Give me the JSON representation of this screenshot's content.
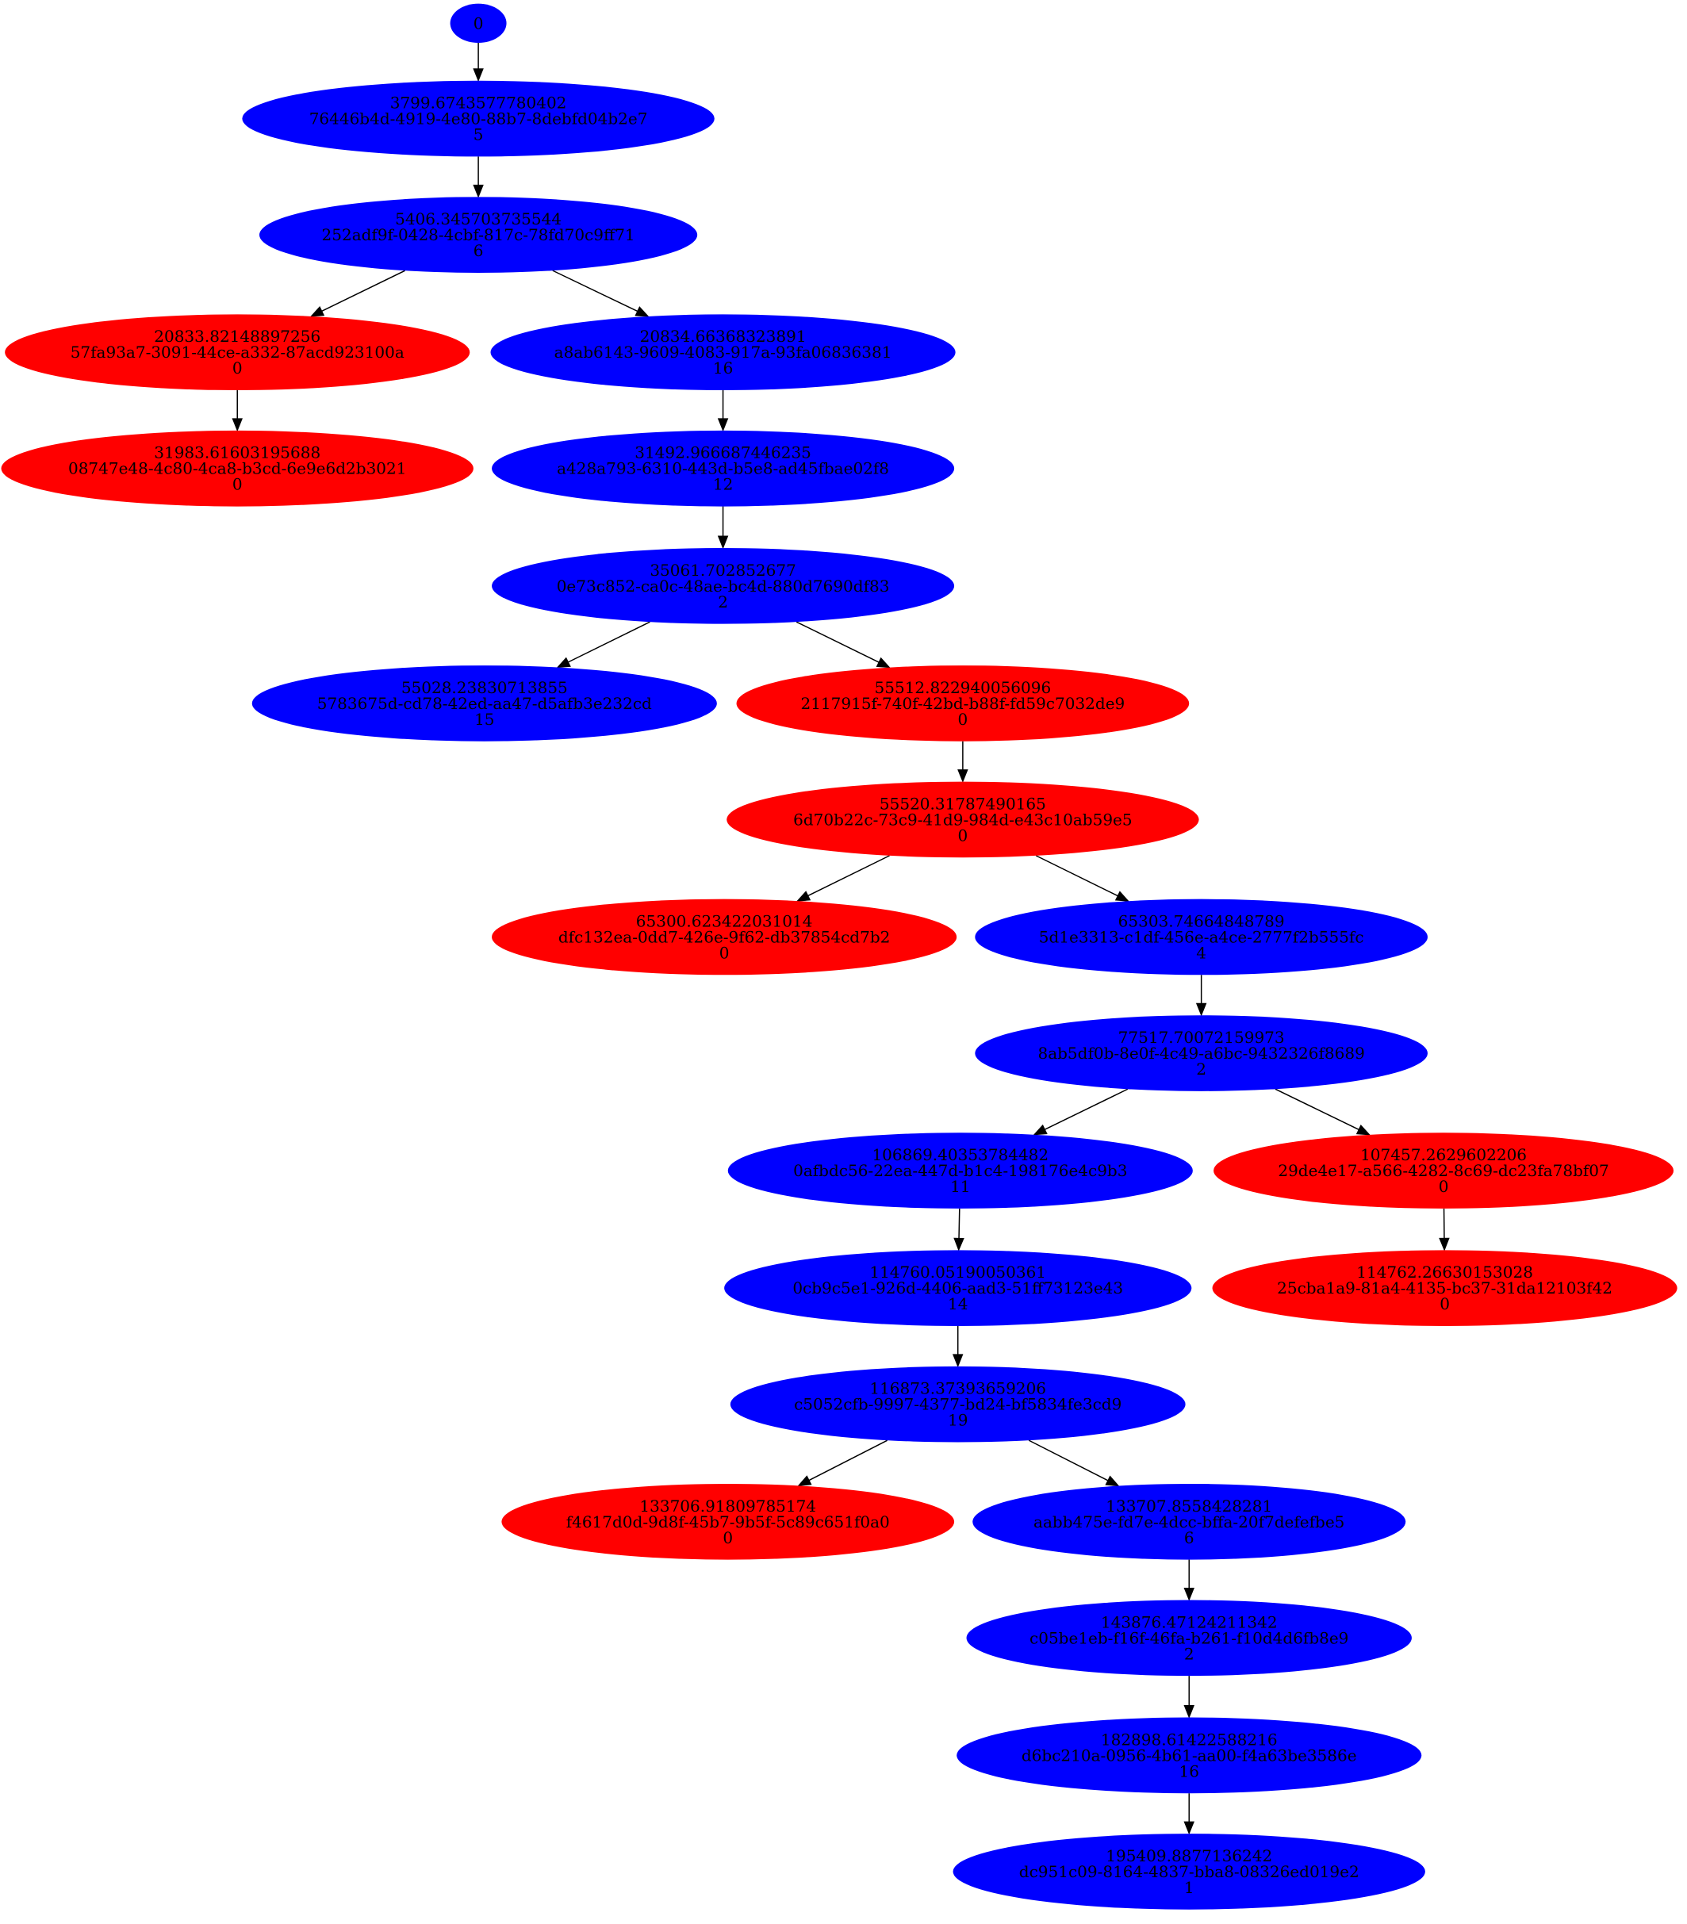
{
  "colors": {
    "blue": "#0000ff",
    "red": "#ff0000",
    "edge": "#000000",
    "text": "#000000"
  },
  "nodes": [
    {
      "id": "n0",
      "color": "blue",
      "lines": [
        "0"
      ]
    },
    {
      "id": "n1",
      "color": "blue",
      "lines": [
        "3799.6743577780402",
        "76446b4d-4919-4e80-88b7-8debfd04b2e7",
        "5"
      ]
    },
    {
      "id": "n2",
      "color": "blue",
      "lines": [
        "5406.345703735544",
        "252adf9f-0428-4cbf-817c-78fd70c9ff71",
        "6"
      ]
    },
    {
      "id": "n3",
      "color": "red",
      "lines": [
        "20833.82148897256",
        "57fa93a7-3091-44ce-a332-87acd923100a",
        "0"
      ]
    },
    {
      "id": "n4",
      "color": "blue",
      "lines": [
        "20834.66368323891",
        "a8ab6143-9609-4083-917a-93fa06836381",
        "16"
      ]
    },
    {
      "id": "n5",
      "color": "red",
      "lines": [
        "31983.61603195688",
        "08747e48-4c80-4ca8-b3cd-6e9e6d2b3021",
        "0"
      ]
    },
    {
      "id": "n6",
      "color": "blue",
      "lines": [
        "31492.966687446235",
        "a428a793-6310-443d-b5e8-ad45fbae02f8",
        "12"
      ]
    },
    {
      "id": "n7",
      "color": "blue",
      "lines": [
        "35061.702852677",
        "0e73c852-ca0c-48ae-bc4d-880d7690df83",
        "2"
      ]
    },
    {
      "id": "n8",
      "color": "blue",
      "lines": [
        "55028.23830713855",
        "5783675d-cd78-42ed-aa47-d5afb3e232cd",
        "15"
      ]
    },
    {
      "id": "n9",
      "color": "red",
      "lines": [
        "55512.822940056096",
        "2117915f-740f-42bd-b88f-fd59c7032de9",
        "0"
      ]
    },
    {
      "id": "n10",
      "color": "red",
      "lines": [
        "55520.31787490165",
        "6d70b22c-73c9-41d9-984d-e43c10ab59e5",
        "0"
      ]
    },
    {
      "id": "n11",
      "color": "red",
      "lines": [
        "65300.623422031014",
        "dfc132ea-0dd7-426e-9f62-db37854cd7b2",
        "0"
      ]
    },
    {
      "id": "n12",
      "color": "blue",
      "lines": [
        "65303.74664848789",
        "5d1e3313-c1df-456e-a4ce-2777f2b555fc",
        "4"
      ]
    },
    {
      "id": "n13",
      "color": "blue",
      "lines": [
        "77517.70072159973",
        "8ab5df0b-8e0f-4c49-a6bc-9432326f8689",
        "2"
      ]
    },
    {
      "id": "n14",
      "color": "blue",
      "lines": [
        "106869.40353784482",
        "0afbdc56-22ea-447d-b1c4-198176e4c9b3",
        "11"
      ]
    },
    {
      "id": "n15",
      "color": "red",
      "lines": [
        "107457.2629602206",
        "29de4e17-a566-4282-8c69-dc23fa78bf07",
        "0"
      ]
    },
    {
      "id": "n16",
      "color": "blue",
      "lines": [
        "114760.05190050361",
        "0cb9c5e1-926d-4406-aad3-51ff73123e43",
        "14"
      ]
    },
    {
      "id": "n17",
      "color": "red",
      "lines": [
        "114762.26630153028",
        "25cba1a9-81a4-4135-bc37-31da12103f42",
        "0"
      ]
    },
    {
      "id": "n18",
      "color": "blue",
      "lines": [
        "116873.37393659206",
        "c5052cfb-9997-4377-bd24-bf5834fe3cd9",
        "19"
      ]
    },
    {
      "id": "n19",
      "color": "red",
      "lines": [
        "133706.91809785174",
        "f4617d0d-9d8f-45b7-9b5f-5c89c651f0a0",
        "0"
      ]
    },
    {
      "id": "n20",
      "color": "blue",
      "lines": [
        "133707.8558428281",
        "aabb475e-fd7e-4dcc-bffa-20f7defefbe5",
        "6"
      ]
    },
    {
      "id": "n21",
      "color": "blue",
      "lines": [
        "143876.47124211342",
        "c05be1eb-f16f-46fa-b261-f10d4d6fb8e9",
        "2"
      ]
    },
    {
      "id": "n22",
      "color": "blue",
      "lines": [
        "182898.61422588216",
        "d6bc210a-0956-4b61-aa00-f4a63be3586e",
        "16"
      ]
    },
    {
      "id": "n23",
      "color": "blue",
      "lines": [
        "195409.8877136242",
        "dc951c09-8164-4837-bba8-08326ed019e2",
        "1"
      ]
    }
  ],
  "edges": [
    [
      "n0",
      "n1"
    ],
    [
      "n1",
      "n2"
    ],
    [
      "n2",
      "n3"
    ],
    [
      "n2",
      "n4"
    ],
    [
      "n3",
      "n5"
    ],
    [
      "n4",
      "n6"
    ],
    [
      "n6",
      "n7"
    ],
    [
      "n7",
      "n8"
    ],
    [
      "n7",
      "n9"
    ],
    [
      "n9",
      "n10"
    ],
    [
      "n10",
      "n11"
    ],
    [
      "n10",
      "n12"
    ],
    [
      "n12",
      "n13"
    ],
    [
      "n13",
      "n14"
    ],
    [
      "n13",
      "n15"
    ],
    [
      "n14",
      "n16"
    ],
    [
      "n15",
      "n17"
    ],
    [
      "n16",
      "n18"
    ],
    [
      "n18",
      "n19"
    ],
    [
      "n18",
      "n20"
    ],
    [
      "n20",
      "n21"
    ],
    [
      "n21",
      "n22"
    ],
    [
      "n22",
      "n23"
    ]
  ]
}
